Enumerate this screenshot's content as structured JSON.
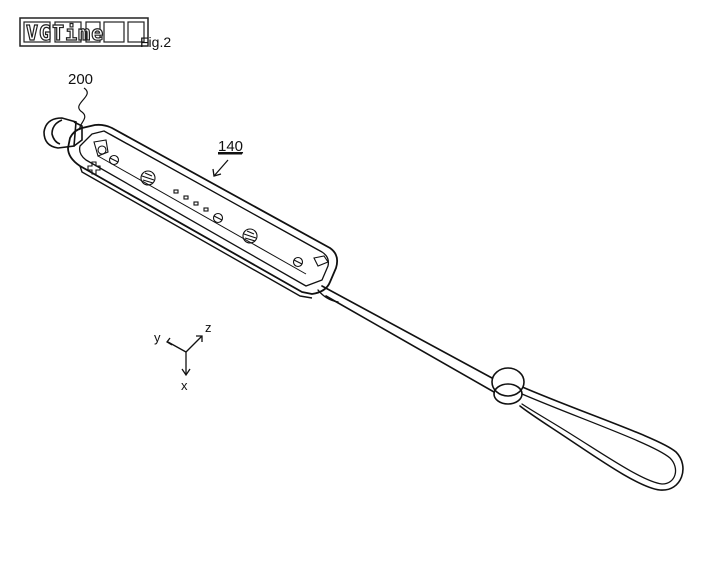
{
  "watermark": "VGTime",
  "figure_label": "Fig.2",
  "labels": {
    "cap_ref": "200",
    "controller_ref": "140"
  },
  "axes": {
    "x": "x",
    "y": "y",
    "z": "z"
  }
}
